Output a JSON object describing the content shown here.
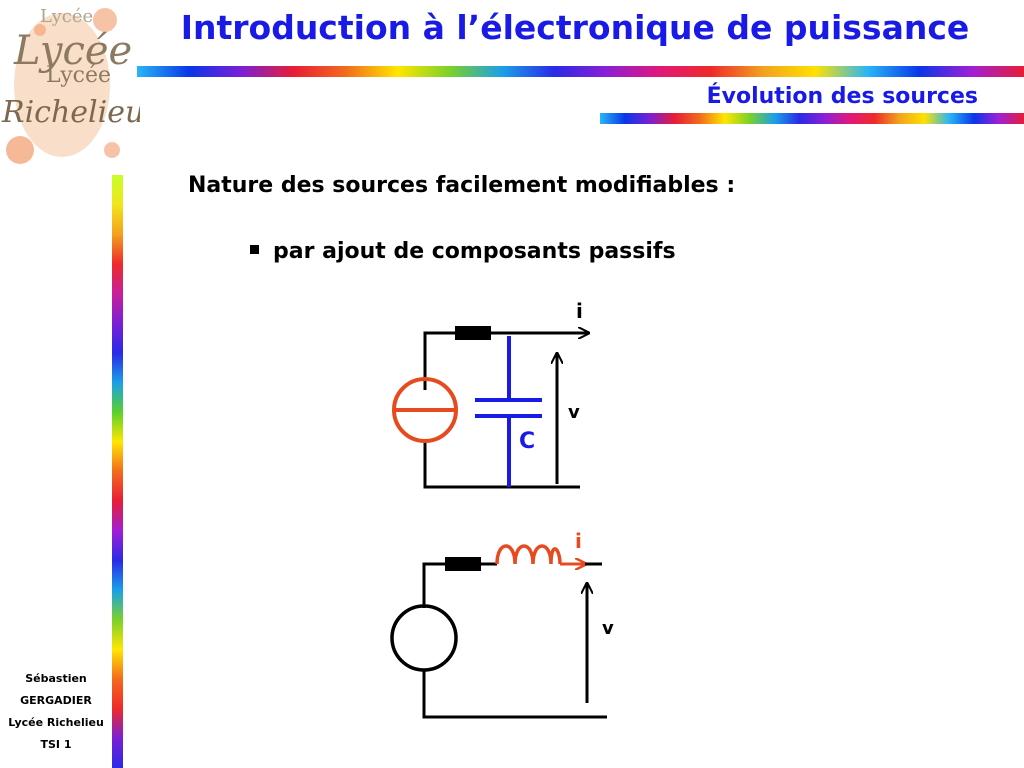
{
  "header": {
    "title": "Introduction à l’électronique de puissance",
    "subtitle": "Évolution des sources"
  },
  "logo": {
    "text_lines": [
      "Lycée",
      "Lycée",
      "Richelieu"
    ]
  },
  "content": {
    "heading": "Nature des sources facilement modifiables :",
    "bullet": "par ajout de composants passifs"
  },
  "circuit1": {
    "current_label": "i",
    "voltage_label": "v",
    "capacitor_label": "C",
    "source_color": "#e84a1f",
    "capacitor_color": "#1a1ae6"
  },
  "circuit2": {
    "current_label": "i",
    "voltage_label": "v",
    "inductor_color": "#e84a1f"
  },
  "footer": {
    "author_lines": [
      "Sébastien",
      "GERGADIER",
      "Lycée Richelieu",
      "TSI 1"
    ]
  },
  "colors": {
    "title_blue": "#1a1ae6",
    "text": "#000000"
  }
}
